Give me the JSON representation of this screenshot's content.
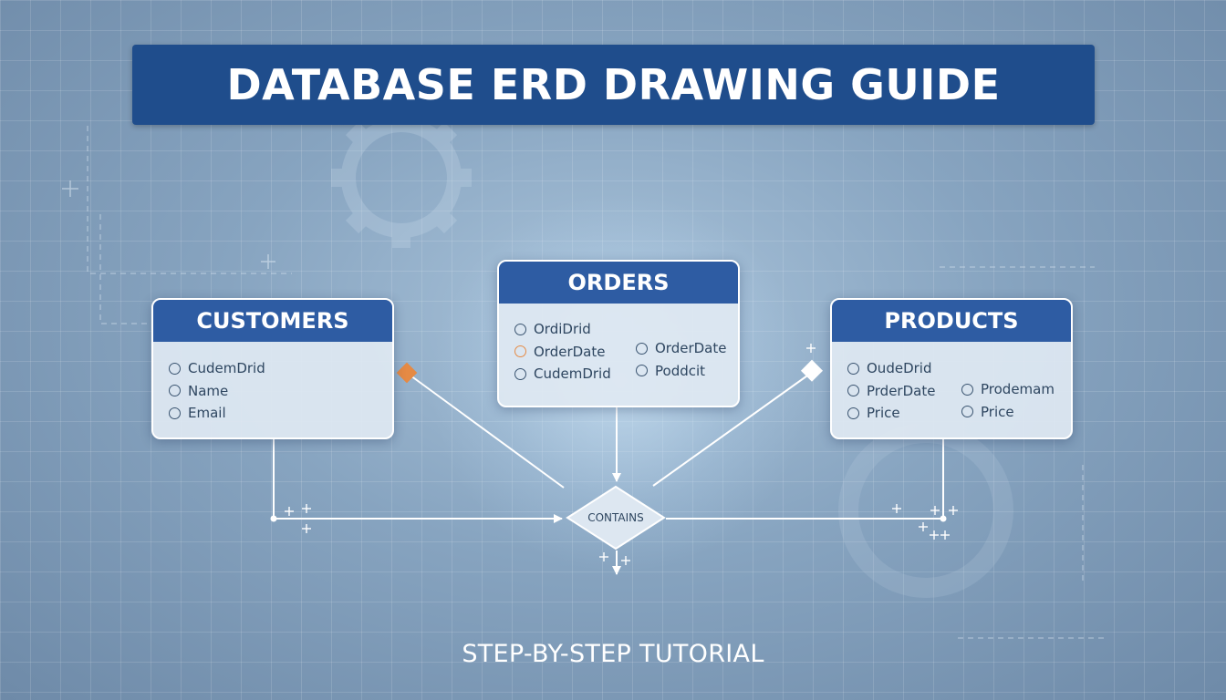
{
  "title": "DATABASE ERD DRAWING GUIDE",
  "subtitle": "STEP-BY-STEP TUTORIAL",
  "colors": {
    "banner": "#1f4d8c",
    "entity_header": "#2e5ca3",
    "connector": "#ffffff",
    "accent": "#e58a44"
  },
  "entities": {
    "customers": {
      "name": "CUSTOMERS",
      "attributes": [
        "CudemDrid",
        "Name",
        "Email"
      ]
    },
    "orders": {
      "name": "ORDERS",
      "attributes_left": [
        "OrdiDrid",
        "OrderDate",
        "CudemDrid"
      ],
      "attributes_right": [
        "OrderDate",
        "Poddcit"
      ]
    },
    "products": {
      "name": "PRODUCTS",
      "attributes_left": [
        "OudeDrid",
        "PrderDate",
        "Price"
      ],
      "attributes_right": [
        "Prodemam",
        "Price"
      ]
    }
  },
  "relationship": {
    "label": "CONTAINS"
  },
  "icons": [
    "gear-icon",
    "diamond-marker-icon",
    "arrow-icon",
    "plus-icon",
    "attribute-circle-icon"
  ]
}
